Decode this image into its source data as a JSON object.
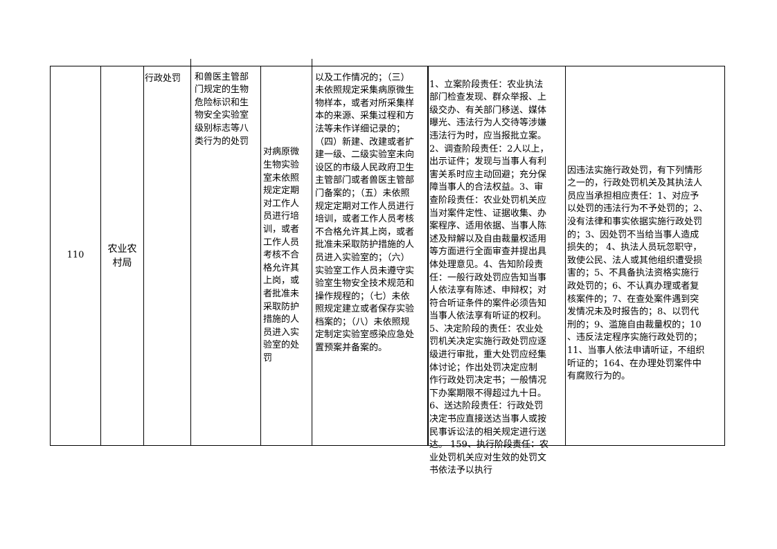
{
  "row": {
    "number": "110",
    "department": "农业农\n村局",
    "category": "行政处罚",
    "item_name": "和兽医主管部\n门规定的生物\n危险标识和生\n物安全实验室\n级别标志等八\n类行为的处罚",
    "sub_item": "对病原微\n生物实验\n室未依照\n规定定期\n对工作人\n员进行培\n训，或者\n工作人员\n考核不合\n格允许其\n上岗，或\n者批准未\n采取防护\n措施的人\n员进入实\n验室的处\n罚",
    "basis": "以及工作情况的；（三）\n未依照规定采集病原微生\n物样本，或者对所采集样\n本的来源、采集过程和方\n法等未作详细记录的；\n（四）新建、改建或者扩\n建一级、二级实验室未向\n设区的市级人民政府卫生\n主管部门或者兽医主管部\n门备案的；（五）未依照\n规定定期对工作人员进行\n培训，或者工作人员考核\n不合格允许其上岗，或者\n批准未采取防护措施的人\n员进入实验室的；（六）\n实验室工作人员未遵守实\n验室生物安全技术规范和\n操作规程的；（七）未依\n照规定建立或者保存实验\n档案的；（八）未依照规\n定制定实验室感染应急处\n置预案并备案的。",
    "responsibility": "1、立案阶段责任：农业执法\n部门检查发现、群众举报、上\n级交办、有关部门移送、媒体\n曝光、违法行为人交待等涉嫌\n违法行为时，应当报批立案。\n2、调查阶段责任：2人以上，\n出示证件；发现与当事人有利\n害关系时应主动回避；充分保\n障当事人的合法权益。3、审\n查阶段责任：农业处罚机关应\n当对案件定性、证据收集、办\n案程序、适用依据、当事人陈\n述及辩解以及自由裁量权适用\n等方面进行全面审查并提出具\n体处理意见。4、告知阶段责\n任：一般行政处罚应告知当事\n人依法享有陈述、申辩权；对\n符合听证条件的案件必须告知\n当事人依法享有听证的权利。\n5、决定阶段的责任：农业处\n罚机关决定实施行政处罚应逐\n级进行审批，重大处罚应经集\n体讨论；作出处罚决定应制\n作行政处罚决定书；一般情况\n下办案期限不得超过九十日。\n6、送达阶段责任：行政处罚\n决定书应直接送达当事人或按\n民事诉讼法的相关规定进行送\n达。 159、执行阶段责任：农\n业处罚机关应对生效的处罚文\n书依法予以执行",
    "accountability": "因违法实施行政处罚，有下列情形\n之一的，行政处罚机关及其执法人\n员应当承担相应责任：1、对应予\n以处罚的违法行为不予处罚的；2、\n没有法律和事实依据实施行政处罚\n的；3、因处罚不当给当事人造成\n损失的； 4、执法人员玩忽职守，\n致使公民、法人或其他组织遭受损\n害的；5、不具备执法资格实施行\n政处罚的；6、不认真办理或者复\n核案件的；7、在查处案件遇到突\n发情况未及时报告的；8、以罚代\n刑的；9、滥施自由裁量权的；10\n、违反法定程序实施行政处罚的；\n11、当事人依法申请听证，不组织\n听证的；164、在办理处罚案件中\n有腐败行为的。"
  }
}
